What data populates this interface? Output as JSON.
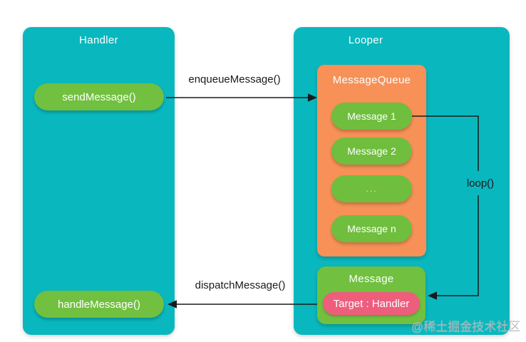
{
  "colors": {
    "teal": "#09b8bf",
    "green": "#71c03f",
    "queue_green": "#6fbe3e",
    "orange": "#f79157",
    "pink": "#ef5d7d",
    "arrow": "#1a1a1a",
    "background": "#ffffff",
    "title_text": "#ffffff"
  },
  "handler": {
    "title": "Handler",
    "send_label": "sendMessage()",
    "handle_label": "handleMessage()"
  },
  "looper": {
    "title": "Looper"
  },
  "message_queue": {
    "title": "MessageQueue",
    "items": [
      "Message 1",
      "Message 2",
      "...",
      "Message n"
    ]
  },
  "message": {
    "title": "Message",
    "target_label": "Target : Handler"
  },
  "arrows": {
    "enqueue": "enqueueMessage()",
    "dispatch": "dispatchMessage()",
    "loop": "loop()"
  },
  "watermark": "@稀土掘金技术社区"
}
